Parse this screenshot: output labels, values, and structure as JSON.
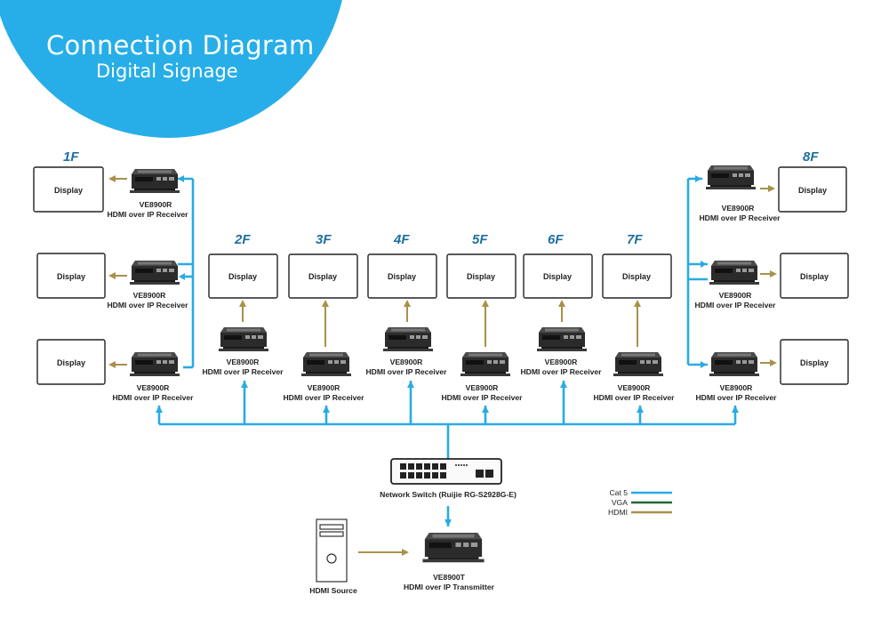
{
  "header": {
    "title": "Connection Diagram",
    "subtitle": "Digital Signage"
  },
  "colors": {
    "header_circle": "#27aee8",
    "cat5": "#29abe2",
    "vga": "#1f6b2f",
    "hdmi": "#a8914a",
    "floor_label": "#1e6f9e"
  },
  "floors": [
    "1F",
    "2F",
    "3F",
    "4F",
    "5F",
    "6F",
    "7F",
    "8F"
  ],
  "display_label": "Display",
  "receiver": {
    "model": "VE8900R",
    "description": "HDMI over IP Receiver"
  },
  "switch": {
    "label": "Network Switch (Ruijie RG-S2928G-E)"
  },
  "transmitter": {
    "model": "VE8900T",
    "description": "HDMI over IP Transmitter"
  },
  "source": {
    "label": "HDMI Source"
  },
  "legend": {
    "items": [
      {
        "label": "Cat 5",
        "color": "#29abe2"
      },
      {
        "label": "VGA",
        "color": "#1f6b2f"
      },
      {
        "label": "HDMI",
        "color": "#a8914a"
      }
    ]
  },
  "icons": {
    "receiver": "receiver-device-icon",
    "transmitter": "transmitter-device-icon",
    "switch": "network-switch-icon",
    "source": "pc-tower-icon"
  }
}
